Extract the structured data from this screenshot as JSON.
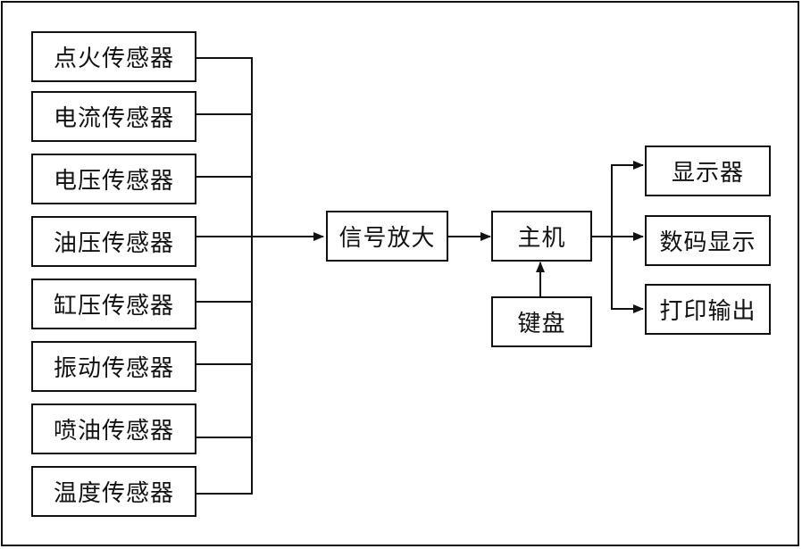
{
  "sensors": [
    {
      "label": "点火传感器"
    },
    {
      "label": "电流传感器"
    },
    {
      "label": "电压传感器"
    },
    {
      "label": "油压传感器"
    },
    {
      "label": "缸压传感器"
    },
    {
      "label": "振动传感器"
    },
    {
      "label": "喷油传感器"
    },
    {
      "label": "温度传感器"
    }
  ],
  "amplifier": {
    "label": "信号放大"
  },
  "host": {
    "label": "主机"
  },
  "keyboard": {
    "label": "键盘"
  },
  "outputs": [
    {
      "label": "显示器"
    },
    {
      "label": "数码显示"
    },
    {
      "label": "打印输出"
    }
  ]
}
